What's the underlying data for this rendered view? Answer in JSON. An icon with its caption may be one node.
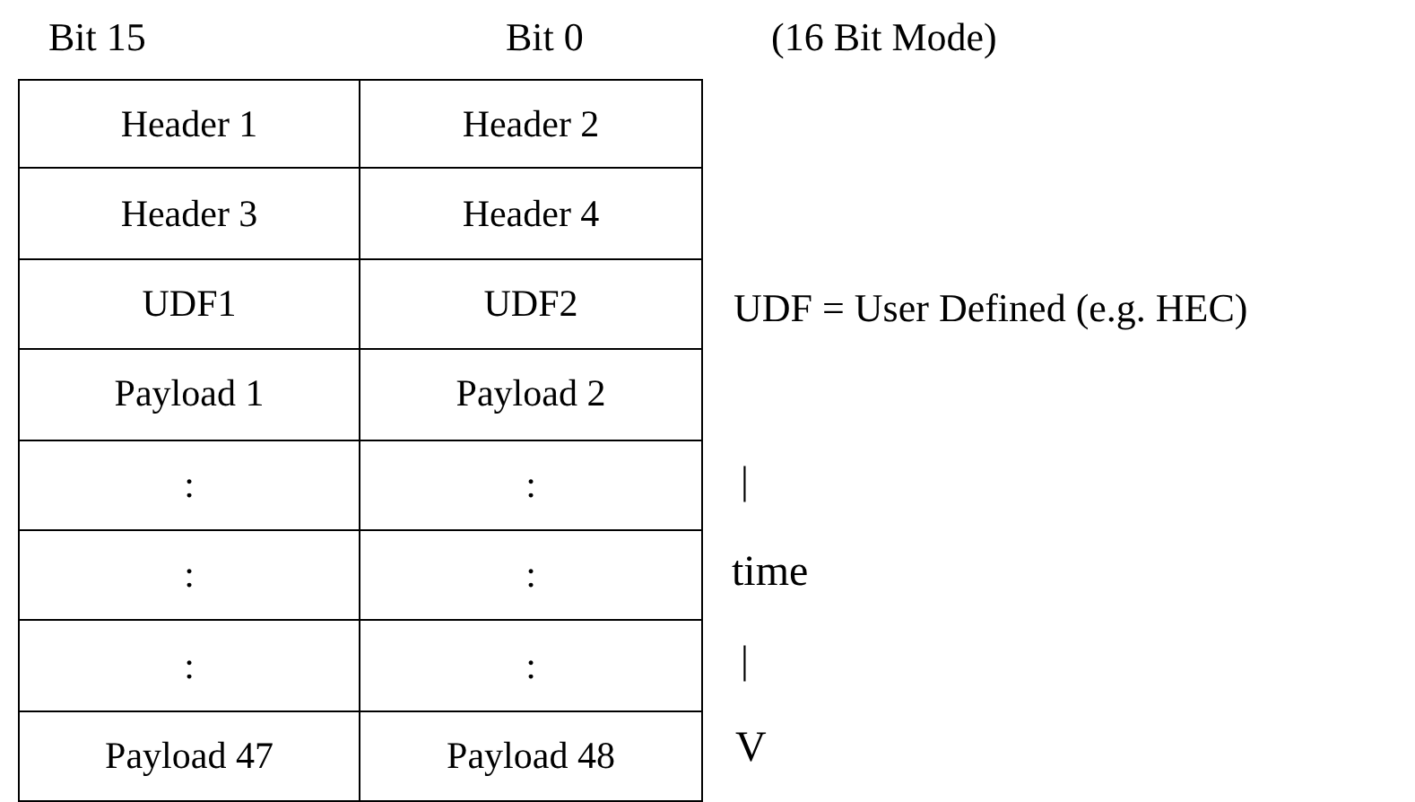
{
  "diagram": {
    "labels": [
      "Bit 15",
      "Bit 0",
      "(16 Bit Mode)",
      "Header 1",
      "Header 2",
      "Header 3",
      "Header 4",
      "UDF1",
      "UDF2",
      "UDF = User Defined (e.g. HEC)",
      "Payload 1",
      "Payload 2",
      ":",
      ":",
      "|",
      ":",
      ":",
      "time",
      ":",
      ":",
      "|",
      "Payload 47",
      "Payload 48",
      "V"
    ]
  }
}
